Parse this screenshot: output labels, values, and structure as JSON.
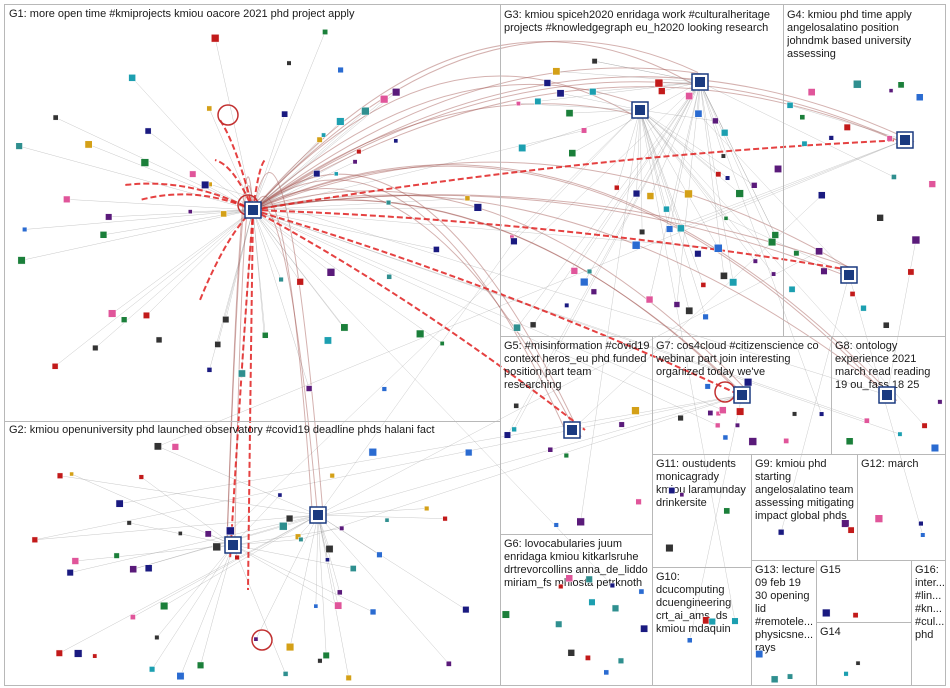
{
  "graph": {
    "groups": [
      {
        "id": "G1",
        "label": "G1: more open time #kmiprojects kmiou oacore 2021 phd project apply"
      },
      {
        "id": "G2",
        "label": "G2: kmiou openuniversity phd launched observatory #covid19 deadline phds halani fact"
      },
      {
        "id": "G3",
        "label": "G3: kmiou spiceh2020 enridaga work #culturalheritage projects #knowledgegraph eu_h2020 looking research"
      },
      {
        "id": "G4",
        "label": "G4: kmiou phd time apply angelosalatino position johndmk based university assessing"
      },
      {
        "id": "G5",
        "label": "G5: #misinformation #covid19 context heros_eu phd funded position part team researching"
      },
      {
        "id": "G6",
        "label": "G6: lovocabularies juum enridaga kmiou kitkarlsruhe drtrevorcollins anna_de_liddo miriam_fs mhlosta petrknoth"
      },
      {
        "id": "G7",
        "label": "G7: cos4cloud #citizenscience co webinar part join interesting organized today we've"
      },
      {
        "id": "G8",
        "label": "G8: ontology experience 2021 march read reading 19 ou_fass 18 25"
      },
      {
        "id": "G9",
        "label": "G9: kmiou phd starting angelosalatino team assessing mitigating impact global phds"
      },
      {
        "id": "G10",
        "label": "G10: dcucomputing dcuengineering crt_ai_ams_ds kmiou mdaquin"
      },
      {
        "id": "G11",
        "label": "G11: oustudents monicagrady kmiou laramunday drinkersite"
      },
      {
        "id": "G12",
        "label": "G12: march"
      },
      {
        "id": "G13",
        "label": "G13: lecture 09 feb 19 30 opening lid #remotele... physicsne... rays"
      },
      {
        "id": "G14",
        "label": "G14"
      },
      {
        "id": "G15",
        "label": "G15"
      },
      {
        "id": "G16",
        "label": "G16: inter... #lin... #kn... #cul... phd"
      }
    ]
  }
}
